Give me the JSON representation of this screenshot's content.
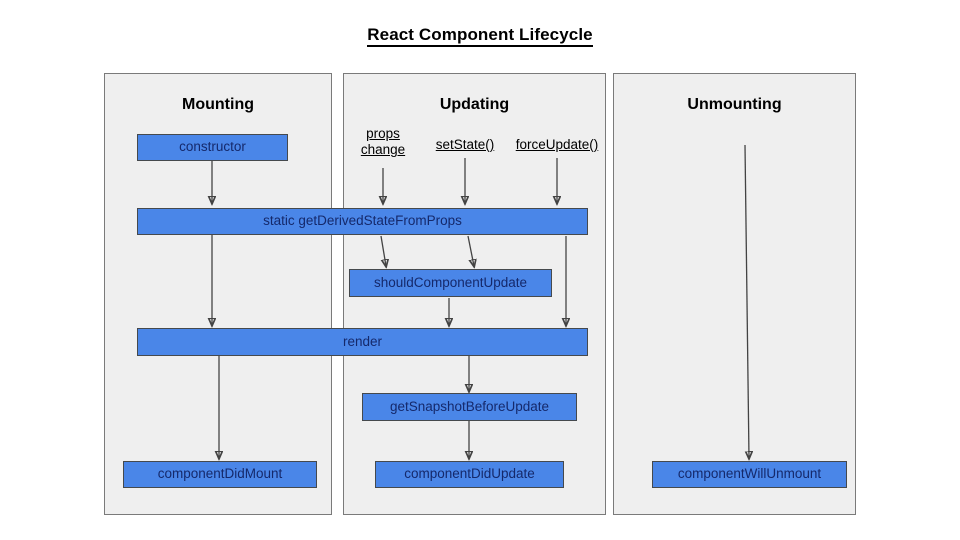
{
  "title": "React Component Lifecycle",
  "colors": {
    "node_fill": "#4a86e8",
    "node_border": "#45494d",
    "node_text": "#15296b",
    "panel_fill": "#efefef",
    "panel_border": "#7a7a7a",
    "arrow": "#434343",
    "background": "#ffffff"
  },
  "panels": [
    {
      "id": "mounting",
      "title": "Mounting"
    },
    {
      "id": "updating",
      "title": "Updating"
    },
    {
      "id": "unmounting",
      "title": "Unmounting"
    }
  ],
  "triggers": [
    {
      "id": "props-change",
      "line1": "props",
      "line2": "change"
    },
    {
      "id": "set-state",
      "line1": "setState()",
      "line2": ""
    },
    {
      "id": "force-update",
      "line1": "forceUpdate()",
      "line2": ""
    }
  ],
  "nodes": [
    {
      "id": "constructor",
      "label": "constructor",
      "phase": "mounting"
    },
    {
      "id": "get-derived-state-from-props",
      "label": "static getDerivedStateFromProps",
      "phase": "mounting-updating"
    },
    {
      "id": "should-component-update",
      "label": "shouldComponentUpdate",
      "phase": "updating"
    },
    {
      "id": "render",
      "label": "render",
      "phase": "mounting-updating"
    },
    {
      "id": "get-snapshot-before-update",
      "label": "getSnapshotBeforeUpdate",
      "phase": "updating"
    },
    {
      "id": "component-did-mount",
      "label": "componentDidMount",
      "phase": "mounting"
    },
    {
      "id": "component-did-update",
      "label": "componentDidUpdate",
      "phase": "updating"
    },
    {
      "id": "component-will-unmount",
      "label": "componentWillUnmount",
      "phase": "unmounting"
    }
  ],
  "chart_data": {
    "type": "diagram",
    "title": "React Component Lifecycle",
    "columns": [
      "Mounting",
      "Updating",
      "Unmounting"
    ],
    "nodes_by_column": {
      "Mounting": [
        "constructor",
        "static getDerivedStateFromProps",
        "render",
        "componentDidMount"
      ],
      "Updating": [
        "props change",
        "setState()",
        "forceUpdate()",
        "static getDerivedStateFromProps",
        "shouldComponentUpdate",
        "render",
        "getSnapshotBeforeUpdate",
        "componentDidUpdate"
      ],
      "Unmounting": [
        "componentWillUnmount"
      ]
    },
    "edges": [
      {
        "from": "constructor",
        "to": "static getDerivedStateFromProps"
      },
      {
        "from": "static getDerivedStateFromProps",
        "to": "render"
      },
      {
        "from": "render",
        "to": "componentDidMount"
      },
      {
        "from": "props change",
        "to": "static getDerivedStateFromProps"
      },
      {
        "from": "setState()",
        "to": "static getDerivedStateFromProps"
      },
      {
        "from": "forceUpdate()",
        "to": "render"
      },
      {
        "from": "static getDerivedStateFromProps",
        "to": "shouldComponentUpdate"
      },
      {
        "from": "shouldComponentUpdate",
        "to": "render"
      },
      {
        "from": "render",
        "to": "getSnapshotBeforeUpdate"
      },
      {
        "from": "getSnapshotBeforeUpdate",
        "to": "componentDidUpdate"
      },
      {
        "from": "Unmounting trigger",
        "to": "componentWillUnmount"
      }
    ]
  }
}
